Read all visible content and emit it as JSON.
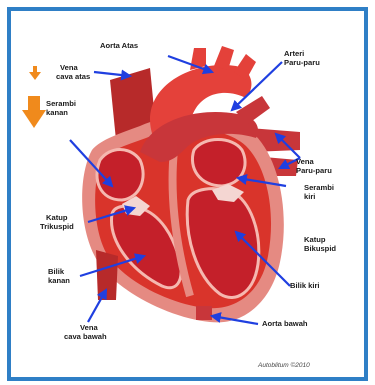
{
  "labels": {
    "aorta_atas": "Aorta Atas",
    "arteri_paru_l1": "Arteri",
    "arteri_paru_l2": "Paru-paru",
    "vena_cava_atas_l1": "Vena",
    "vena_cava_atas_l2": "cava atas",
    "serambi_kanan_l1": "Serambi",
    "serambi_kanan_l2": "kanan",
    "vena_paru_l1": "Vena",
    "vena_paru_l2": "Paru-paru",
    "serambi_kiri_l1": "Serambi",
    "serambi_kiri_l2": "kiri",
    "katup_trikuspid_l1": "Katup",
    "katup_trikuspid_l2": "Trikuspid",
    "katup_bikuspid_l1": "Katup",
    "katup_bikuspid_l2": "Bikuspid",
    "bilik_kanan_l1": "Bilik",
    "bilik_kanan_l2": "kanan",
    "bilik_kiri": "Bilik kiri",
    "vena_cava_bawah_l1": "Vena",
    "vena_cava_bawah_l2": "cava bawah",
    "aorta_bawah": "Aorta bawah"
  },
  "credit": "Autoblitum ©2010",
  "colors": {
    "frame": "#2f7fc6",
    "arrow": "#1f3fe0",
    "blood_flow_arrow": "#f08a1c",
    "heart_red": "#d9342b",
    "chamber_red": "#c4202a"
  }
}
